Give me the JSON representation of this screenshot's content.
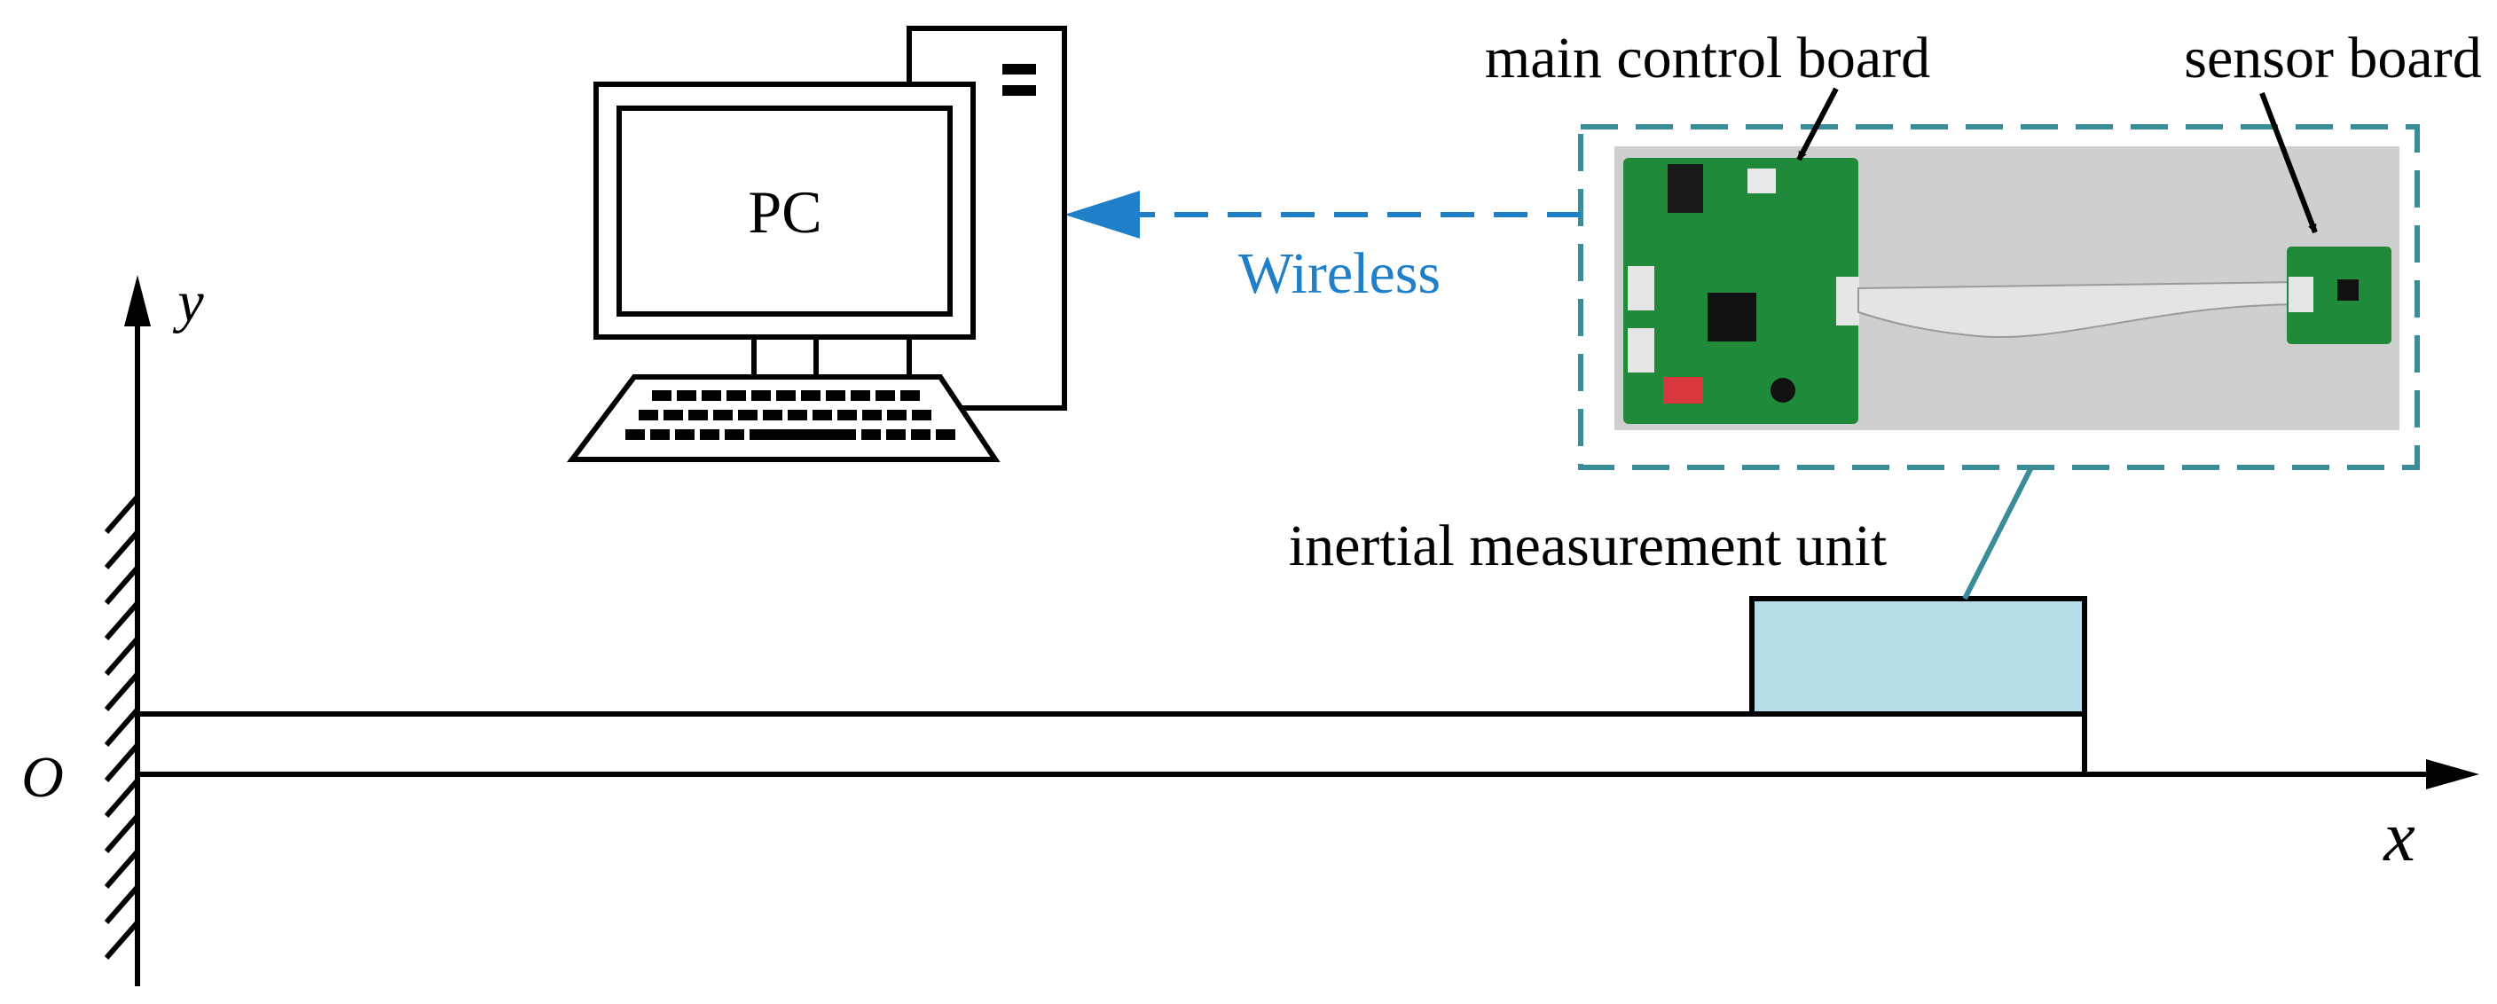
{
  "labels": {
    "pc": "PC",
    "wireless": "Wireless",
    "main_control_board": "main control board",
    "sensor_board": "sensor board",
    "imu": "inertial measurement unit",
    "axis_x": "x",
    "axis_y": "y",
    "origin": "O"
  },
  "colors": {
    "stroke": "#000000",
    "wireless_blue": "#1f7fc8",
    "frame_teal": "#3a8c98",
    "imu_fill": "#b7dde8",
    "pcb_green": "#1f8a3a",
    "photo_bg": "#c9c9c9"
  }
}
